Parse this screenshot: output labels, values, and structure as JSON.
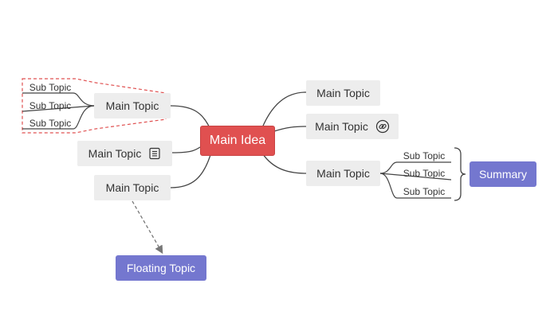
{
  "diagram": {
    "central_topic": {
      "label": "Main Idea",
      "color": "#e05050"
    },
    "main_topics": [
      {
        "label": "Main Topic",
        "icon": null
      },
      {
        "label": "Main Topic",
        "icon": "link-icon"
      },
      {
        "label": "Main Topic",
        "icon": null
      },
      {
        "label": "Main Topic",
        "icon": null
      },
      {
        "label": "Main Topic",
        "icon": "note-icon"
      },
      {
        "label": "Main Topic",
        "icon": null
      }
    ],
    "subtopics_left": [
      "Sub Topic",
      "Sub Topic",
      "Sub Topic"
    ],
    "subtopics_right": [
      "Sub Topic",
      "Sub Topic",
      "Sub Topic"
    ],
    "summary": {
      "label": "Summary",
      "color": "#7477cf"
    },
    "floating_topic": {
      "label": "Floating Topic",
      "color": "#7477cf"
    },
    "colors": {
      "topic_fill": "#ededed",
      "connector": "#444444",
      "boundary": "#e05050",
      "relationship": "#777777"
    }
  }
}
